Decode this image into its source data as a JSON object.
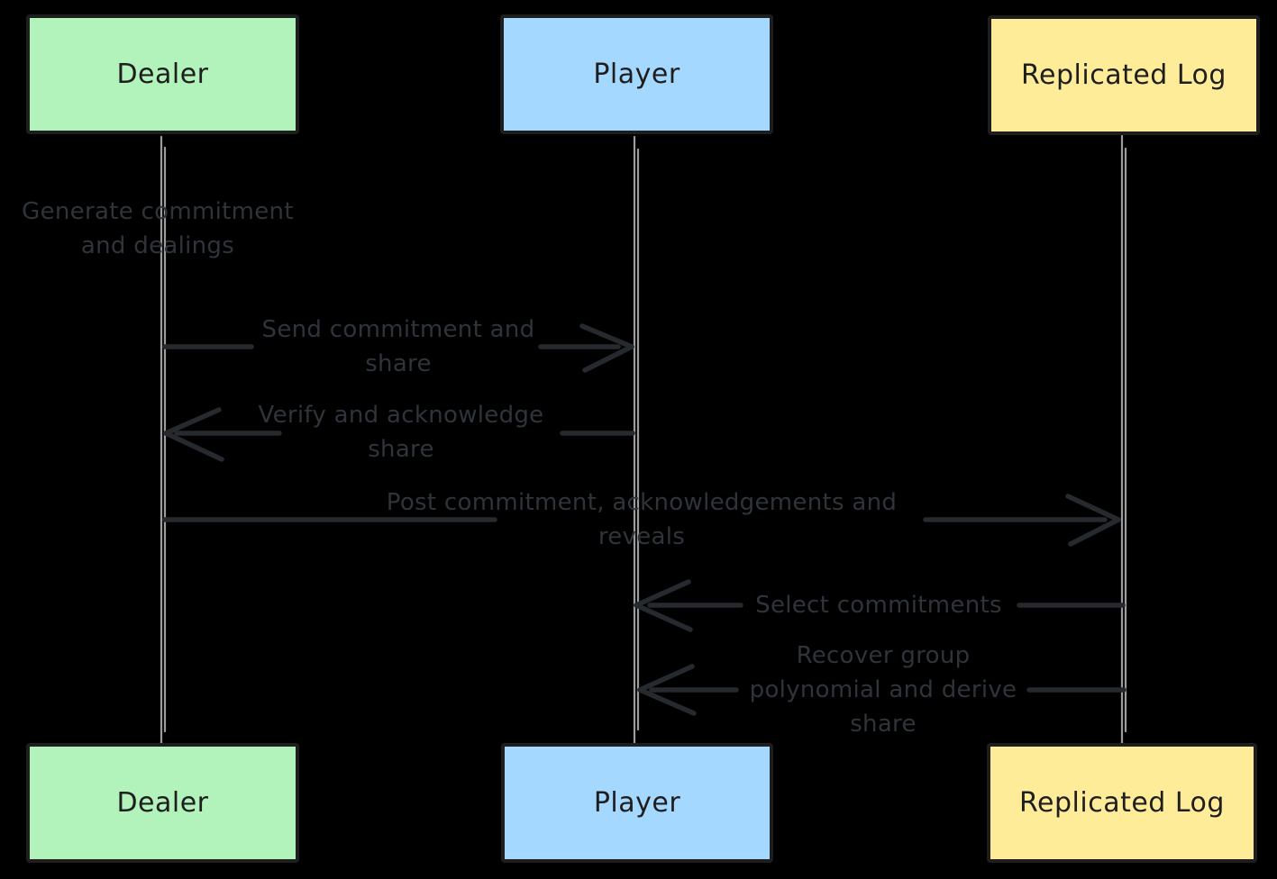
{
  "diagram": {
    "type": "sequence-diagram",
    "background_color": "#000000",
    "actors": [
      {
        "name": "Dealer",
        "fill_color": "#b2f2bb"
      },
      {
        "name": "Player",
        "fill_color": "#a5d8ff"
      },
      {
        "name": "Replicated Log",
        "fill_color": "#ffec99"
      }
    ],
    "messages": [
      {
        "from": "Dealer",
        "to": "Dealer",
        "style": "self-note",
        "label": "Generate commitment\nand dealings"
      },
      {
        "from": "Dealer",
        "to": "Player",
        "style": "arrow-right",
        "label": "Send commitment and\nshare"
      },
      {
        "from": "Player",
        "to": "Dealer",
        "style": "arrow-left",
        "label": "Verify and acknowledge\nshare"
      },
      {
        "from": "Dealer",
        "to": "Replicated Log",
        "style": "arrow-right",
        "label": "Post commitment, acknowledgements and\nreveals"
      },
      {
        "from": "Replicated Log",
        "to": "Player",
        "style": "arrow-left",
        "label": "Select commitments"
      },
      {
        "from": "Replicated Log",
        "to": "Player",
        "style": "arrow-left",
        "label": "Recover group\npolynomial and derive\nshare"
      }
    ],
    "colors": {
      "actor_border": "#1e1e1e",
      "actor_label_text": "#1e1e1e",
      "message_text": "#2f343a",
      "arrow_stroke": "#26292e",
      "lifeline": "#9c9c9c"
    }
  }
}
